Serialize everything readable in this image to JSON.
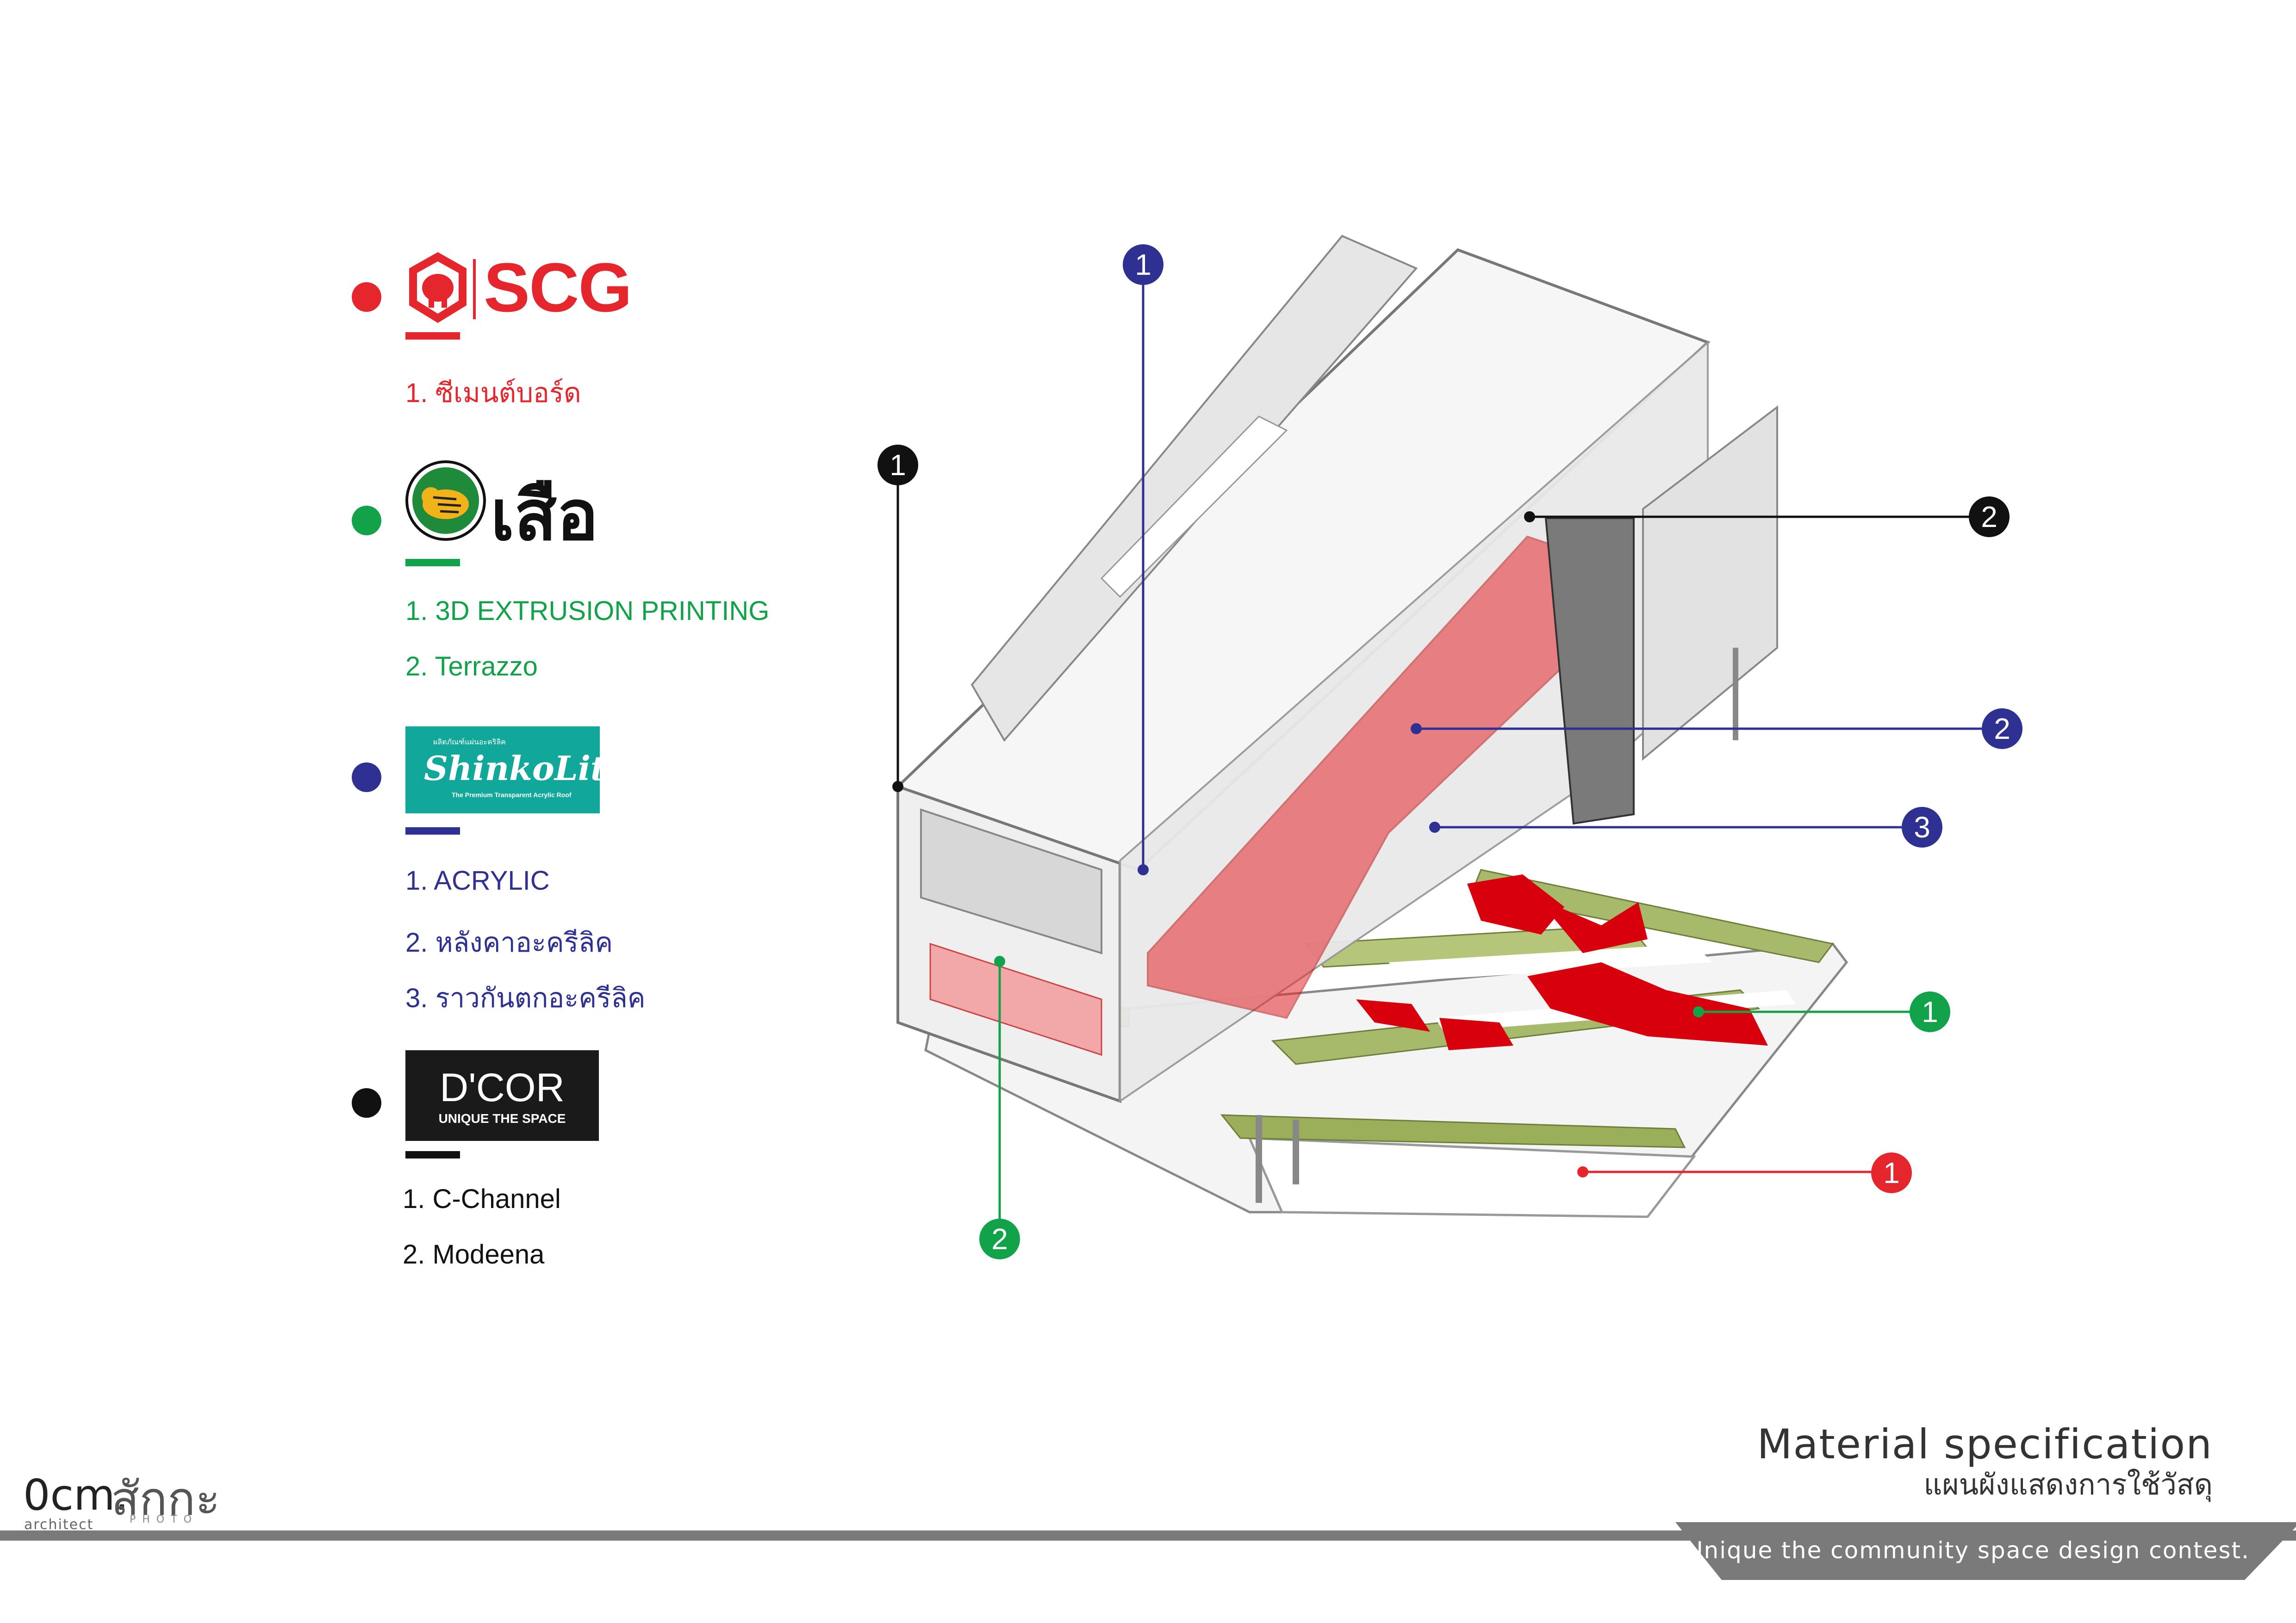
{
  "legend": {
    "scg": {
      "logo_text": "SCG",
      "color": "#e5272d",
      "items": [
        "1. ซีเมนต์บอร์ด"
      ]
    },
    "suea": {
      "logo_text": "เสือ",
      "color": "#12a34a",
      "items": [
        "1. 3D EXTRUSION PRINTING",
        "2. Terrazzo"
      ]
    },
    "shinkolite": {
      "logo_small": "ผลิตภัณฑ์แผ่นอะคริลิค",
      "logo_text": "ShinkoLite",
      "logo_tagline": "The Premium Transparent Acrylic Roof",
      "color": "#2e3192",
      "items": [
        "1. ACRYLIC",
        "2. หลังคาอะครีลิค",
        "3. ราวกันตกอะครีลิค"
      ]
    },
    "dcor": {
      "logo_text": "D'COR",
      "logo_tagline": "UNIQUE THE SPACE",
      "color": "#111111",
      "items": [
        "1. C-Channel",
        "2. Modeena"
      ]
    }
  },
  "markers": [
    {
      "label": "1",
      "color": "#2e3192"
    },
    {
      "label": "1",
      "color": "#111111"
    },
    {
      "label": "2",
      "color": "#111111"
    },
    {
      "label": "2",
      "color": "#2e3192"
    },
    {
      "label": "3",
      "color": "#2e3192"
    },
    {
      "label": "1",
      "color": "#12a34a"
    },
    {
      "label": "1",
      "color": "#e5272d"
    },
    {
      "label": "2",
      "color": "#12a34a"
    }
  ],
  "footer": {
    "title": "Material specification",
    "subtitle": "แผนผังแสดงการใช้วัสดุ",
    "banner": "Unique the community space design contest.",
    "brand_left": "0cm.",
    "brand_left_sub": "architect",
    "brand_right": "สักกะ",
    "brand_right_sub": "PHOTO"
  }
}
